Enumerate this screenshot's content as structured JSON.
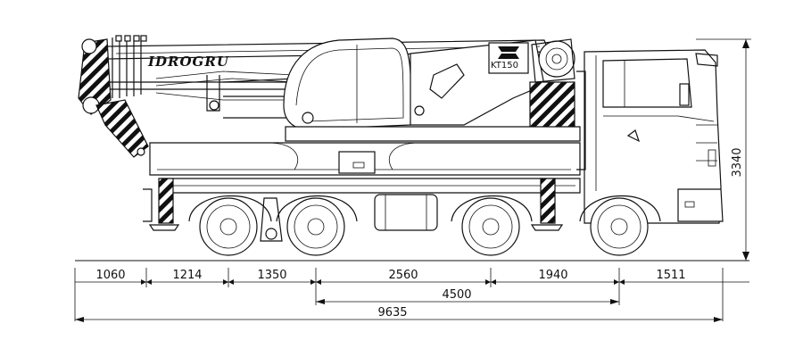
{
  "crane": {
    "brand_label": "IDROGRU",
    "model_label": "KT150"
  },
  "dimensions": {
    "overall_height": "3340",
    "segments": [
      "1060",
      "1214",
      "1350",
      "2560",
      "1940",
      "1511"
    ],
    "wheelbase": "4500",
    "overall_length": "9635"
  },
  "colors": {
    "line": "#111111",
    "background": "#ffffff"
  }
}
